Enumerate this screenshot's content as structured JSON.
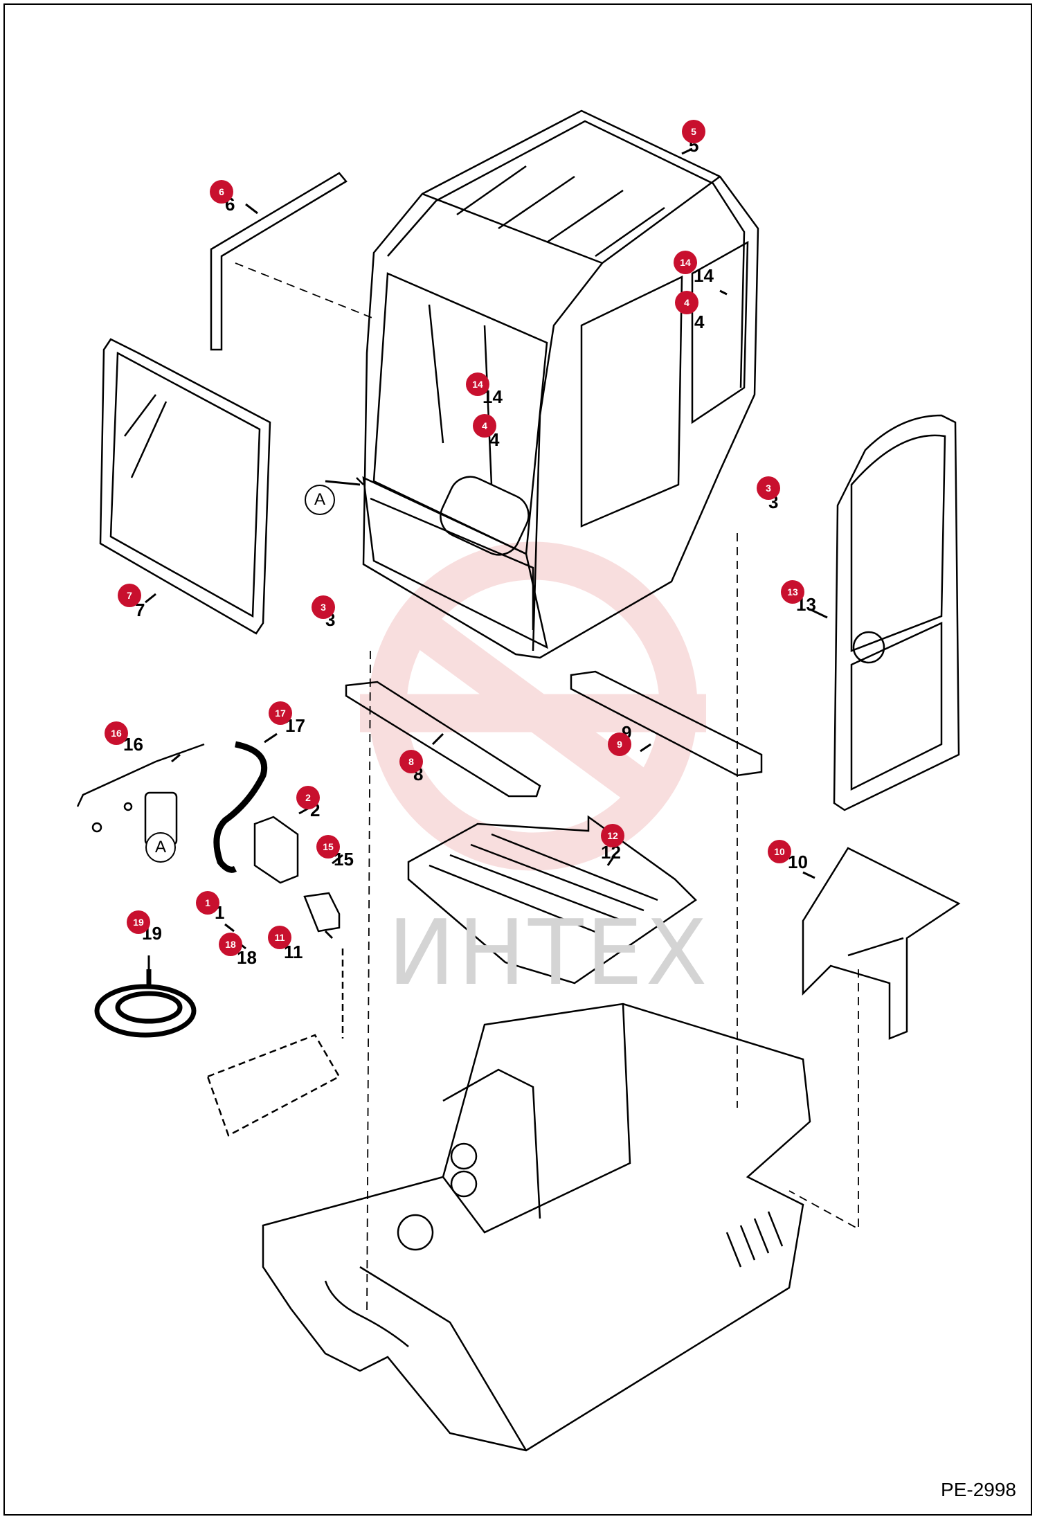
{
  "drawing_code": "PE-2998",
  "watermark_text": "ИНТЕХ",
  "detail_reference": "A",
  "colors": {
    "callout": "#c8102e",
    "watermark_gear": "#f3c4c4",
    "line": "#000000"
  },
  "callouts": [
    {
      "num": "1"
    },
    {
      "num": "2"
    },
    {
      "num": "3"
    },
    {
      "num": "3"
    },
    {
      "num": "4"
    },
    {
      "num": "4"
    },
    {
      "num": "5"
    },
    {
      "num": "6"
    },
    {
      "num": "7"
    },
    {
      "num": "8"
    },
    {
      "num": "9"
    },
    {
      "num": "10"
    },
    {
      "num": "11"
    },
    {
      "num": "12"
    },
    {
      "num": "13"
    },
    {
      "num": "14"
    },
    {
      "num": "14"
    },
    {
      "num": "15"
    },
    {
      "num": "16"
    },
    {
      "num": "17"
    },
    {
      "num": "18"
    },
    {
      "num": "19"
    }
  ],
  "part_labels": [
    "1",
    "2",
    "3",
    "3",
    "4",
    "4",
    "5",
    "6",
    "7",
    "8",
    "9",
    "10",
    "11",
    "12",
    "13",
    "14",
    "14",
    "15",
    "16",
    "17",
    "18",
    "19"
  ]
}
